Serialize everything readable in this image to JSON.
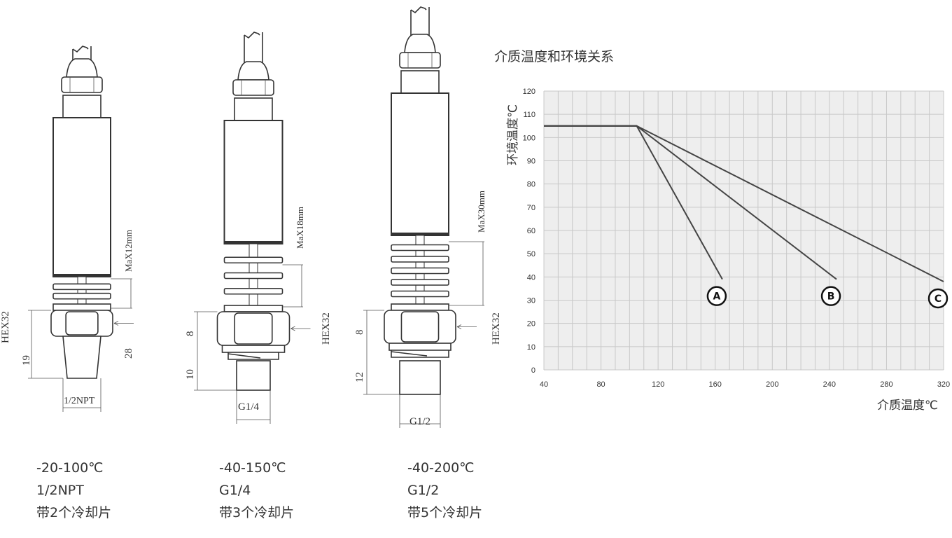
{
  "sensors": [
    {
      "hex_label": "HEX32",
      "max_label": "MaX12mm",
      "dim_a": "19",
      "dim_b": "28",
      "thread_label": "1/2NPT",
      "caption": [
        "-20-100℃",
        "1/2NPT",
        "带2个冷却片"
      ]
    },
    {
      "hex_label": "HEX32",
      "max_label": "MaX18mm",
      "dim_a": "8",
      "dim_b": "10",
      "thread_label": "G1/4",
      "caption": [
        "-40-150℃",
        "G1/4",
        "带3个冷却片"
      ]
    },
    {
      "hex_label": "HEX32",
      "max_label": "MaX30mm",
      "dim_a": "8",
      "dim_b": "12",
      "thread_label": "G1/2",
      "caption": [
        "-40-200℃",
        "G1/2",
        "带5个冷却片"
      ]
    }
  ],
  "chart_data": {
    "type": "line",
    "title": "介质温度和环境关系",
    "xlabel": "介质温度℃",
    "ylabel": "环境温度℃",
    "xlim": [
      40,
      320
    ],
    "ylim": [
      0,
      120
    ],
    "xticks": [
      40,
      80,
      120,
      160,
      200,
      240,
      280,
      320
    ],
    "yticks": [
      0,
      10,
      20,
      30,
      40,
      50,
      60,
      70,
      80,
      90,
      100,
      110,
      120
    ],
    "grid": true,
    "series": [
      {
        "name": "A",
        "x": [
          40,
          105,
          165
        ],
        "y": [
          105,
          105,
          39
        ]
      },
      {
        "name": "B",
        "x": [
          40,
          105,
          245
        ],
        "y": [
          105,
          105,
          39
        ]
      },
      {
        "name": "C",
        "x": [
          40,
          105,
          320
        ],
        "y": [
          105,
          105,
          38
        ]
      }
    ],
    "colors": {
      "background": "#eeeeee",
      "grid": "#c8c8c8",
      "line": "#444444"
    }
  }
}
